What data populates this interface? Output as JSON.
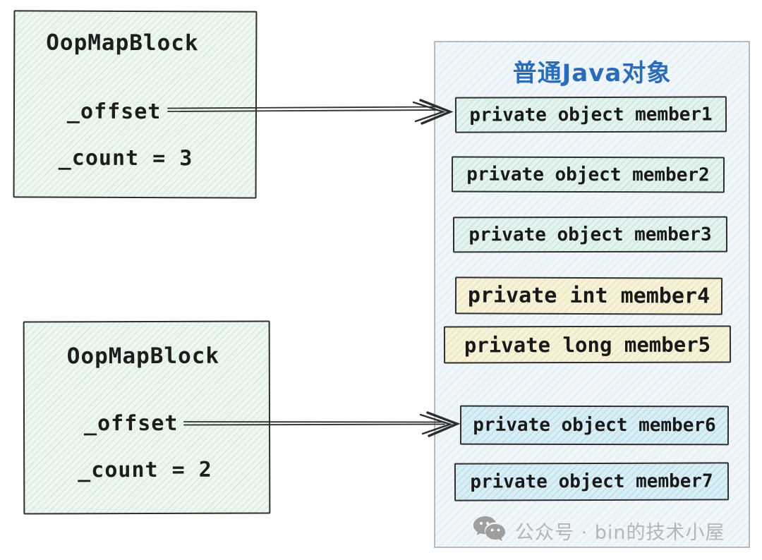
{
  "oop_map_blocks": [
    {
      "title": "OopMapBlock",
      "offset_field": "_offset",
      "count_field": "_count = 3"
    },
    {
      "title": "OopMapBlock",
      "offset_field": "_offset",
      "count_field": "_count = 2"
    }
  ],
  "java_object_panel": {
    "title": "普通Java对象",
    "members": [
      {
        "label": "private object member1",
        "fill": "teal"
      },
      {
        "label": "private object member2",
        "fill": "teal"
      },
      {
        "label": "private object member3",
        "fill": "teal"
      },
      {
        "label": "private int member4",
        "fill": "yellow"
      },
      {
        "label": "private long member5",
        "fill": "yellow"
      },
      {
        "label": "private object member6",
        "fill": "blue"
      },
      {
        "label": "private object member7",
        "fill": "blue"
      }
    ]
  },
  "arrows": [
    {
      "from": "block1 _offset",
      "to": "member1"
    },
    {
      "from": "block2 _offset",
      "to": "member6"
    }
  ],
  "watermark": {
    "icon": "wechat-icon",
    "text": "公众号 · bin的技术小屋"
  },
  "colors": {
    "panel_title_blue": "#2b6cb8",
    "block_fill_green": "#edf7f0",
    "member_fill_teal": "#e4f3ef",
    "member_fill_yellow": "#f7f2d8",
    "member_fill_blue": "#daeef5",
    "panel_fill": "#f0f6fa",
    "stroke_dark": "#2d2d2d",
    "panel_border_gray": "#b3bac0",
    "watermark_gray": "#b5b5b5"
  }
}
